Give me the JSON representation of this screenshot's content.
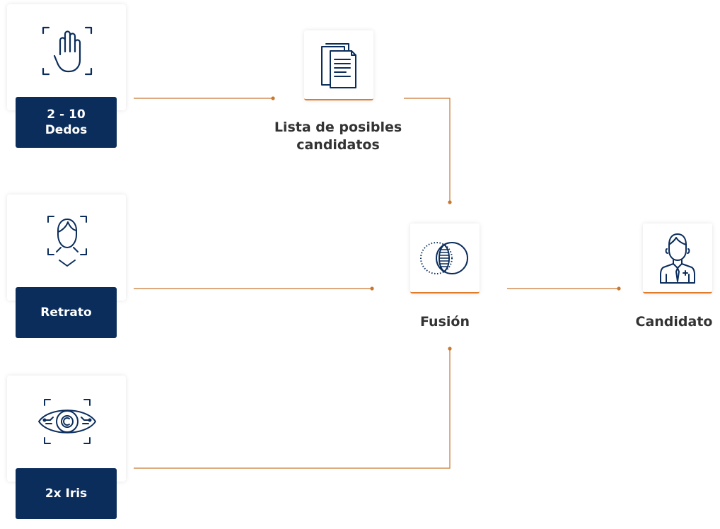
{
  "inputs": {
    "fingers": {
      "line1": "2 - 10",
      "line2": "Dedos",
      "icon": "hand-scan-icon"
    },
    "portrait": {
      "label": "Retrato",
      "icon": "face-scan-icon"
    },
    "iris": {
      "label": "2x Iris",
      "icon": "iris-scan-icon"
    }
  },
  "nodes": {
    "candidate_list": {
      "line1": "Lista de posibles",
      "line2": "candidatos",
      "icon": "documents-icon"
    },
    "fusion": {
      "label": "Fusión",
      "icon": "fusion-icon"
    },
    "candidate": {
      "label": "Candidato",
      "icon": "person-icon"
    }
  },
  "colors": {
    "navy": "#0b2d5c",
    "accent": "#e07b27",
    "connector": "#c8782e",
    "text": "#333333"
  }
}
